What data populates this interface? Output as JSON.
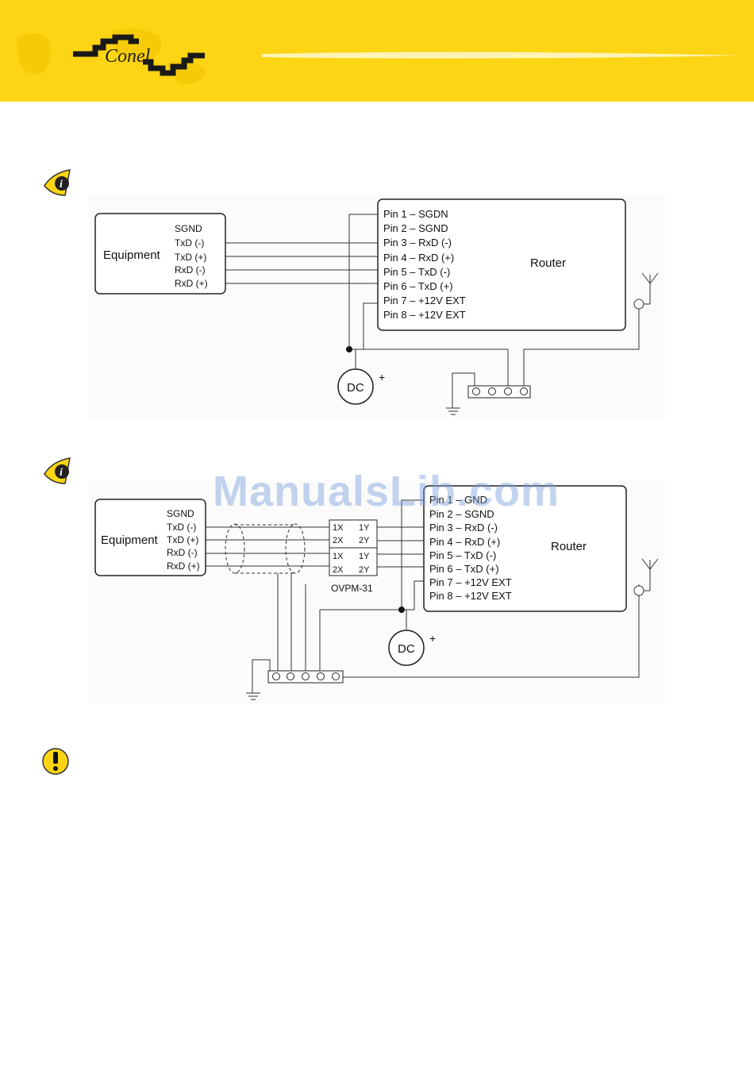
{
  "brand": {
    "logo_text": "Conel"
  },
  "colors": {
    "header": "#fdd514",
    "info_icon": "#fdd514",
    "watermark": "#9bb8e0"
  },
  "icons": [
    "info-icon",
    "info-icon",
    "warning-icon"
  ],
  "diagram1": {
    "equipment": "Equipment",
    "equipment_pins": [
      "SGND",
      "TxD (-)",
      "TxD (+)",
      "RxD (-)",
      "RxD (+)"
    ],
    "router": "Router",
    "router_pins": [
      "Pin 1 – SGDN",
      "Pin 2 – SGND",
      "Pin 3 – RxD (-)",
      "Pin 4 – RxD (+)",
      "Pin 5 – TxD (-)",
      "Pin 6 – TxD (+)",
      "Pin 7 – +12V EXT",
      "Pin 8 – +12V EXT"
    ],
    "dc": "DC",
    "plus": "+"
  },
  "diagram2": {
    "equipment": "Equipment",
    "equipment_pins": [
      "SGND",
      "TxD (-)",
      "TxD (+)",
      "RxD (-)",
      "RxD (+)"
    ],
    "router": "Router",
    "router_pins": [
      "Pin 1 – GND",
      "Pin 2 – SGND",
      "Pin 3 – RxD (-)",
      "Pin 4 – RxD (+)",
      "Pin 5 – TxD (-)",
      "Pin 6 – TxD (+)",
      "Pin 7 – +12V EXT",
      "Pin 8 – +12V EXT"
    ],
    "ovpm_labels": [
      "1X",
      "1Y",
      "2X",
      "2Y",
      "1X",
      "1Y",
      "2X",
      "2Y"
    ],
    "ovpm_name": "OVPM-31",
    "dc": "DC",
    "plus": "+"
  },
  "watermark": "ManualsLib.com"
}
